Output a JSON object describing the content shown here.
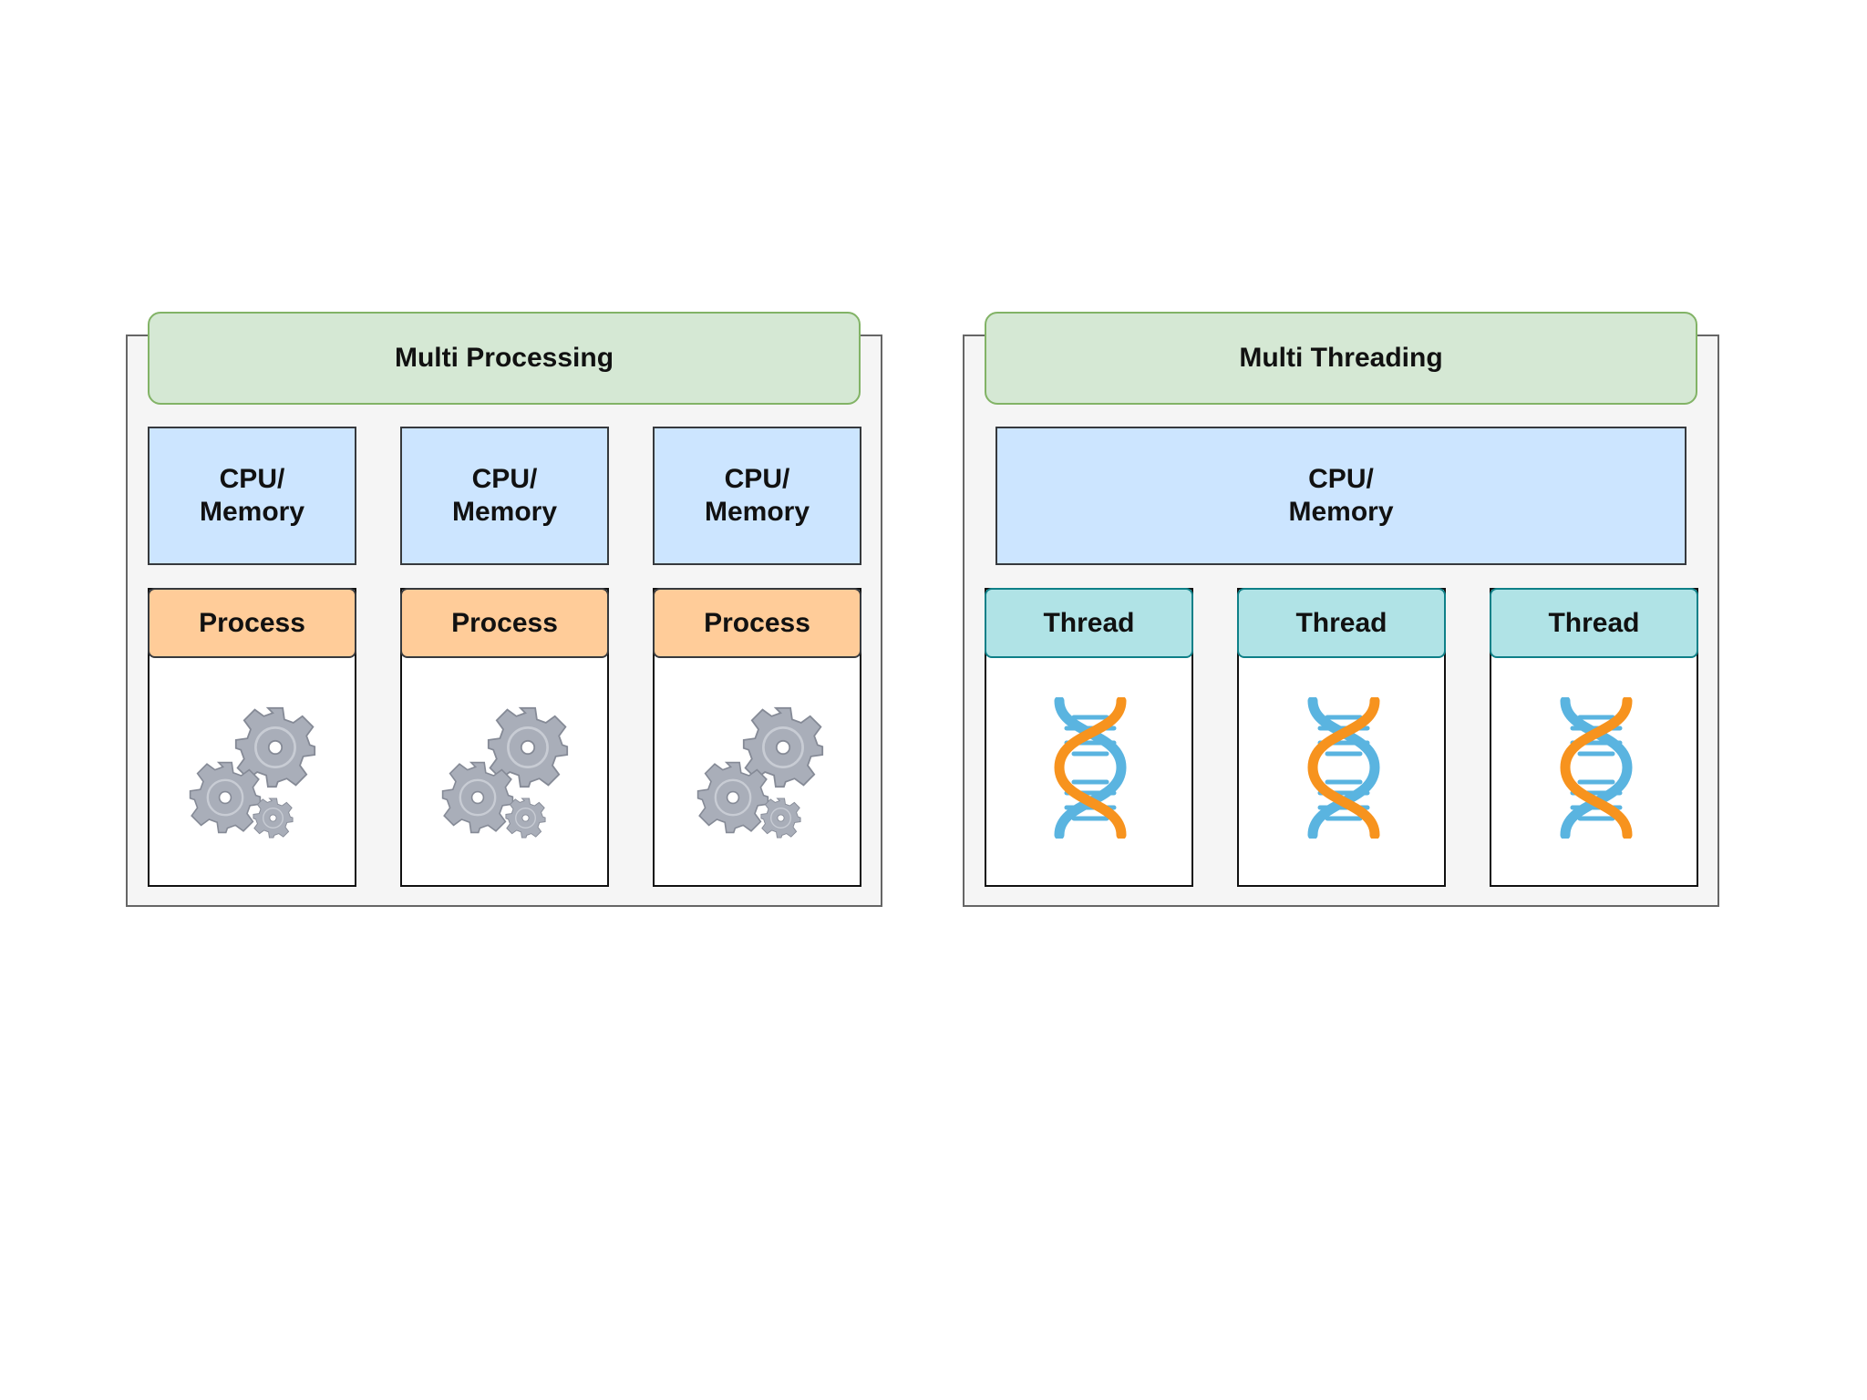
{
  "multi_processing": {
    "title": "Multi Processing",
    "cpus": [
      {
        "label": "CPU/\nMemory"
      },
      {
        "label": "CPU/\nMemory"
      },
      {
        "label": "CPU/\nMemory"
      }
    ],
    "units": [
      {
        "label": "Process",
        "icon": "gears-icon"
      },
      {
        "label": "Process",
        "icon": "gears-icon"
      },
      {
        "label": "Process",
        "icon": "gears-icon"
      }
    ]
  },
  "multi_threading": {
    "title": "Multi Threading",
    "cpu": {
      "label": "CPU/\nMemory"
    },
    "units": [
      {
        "label": "Thread",
        "icon": "dna-icon"
      },
      {
        "label": "Thread",
        "icon": "dna-icon"
      },
      {
        "label": "Thread",
        "icon": "dna-icon"
      }
    ]
  },
  "colors": {
    "banner_fill": "#d5e8d4",
    "banner_stroke": "#82b366",
    "cpu_fill": "#cce5ff",
    "process_fill": "#ffcc99",
    "thread_fill": "#b0e3e6",
    "thread_stroke": "#0e8088",
    "gear": "#b8bcc6",
    "dna_orange": "#f7931e",
    "dna_blue": "#5ab4e0"
  }
}
